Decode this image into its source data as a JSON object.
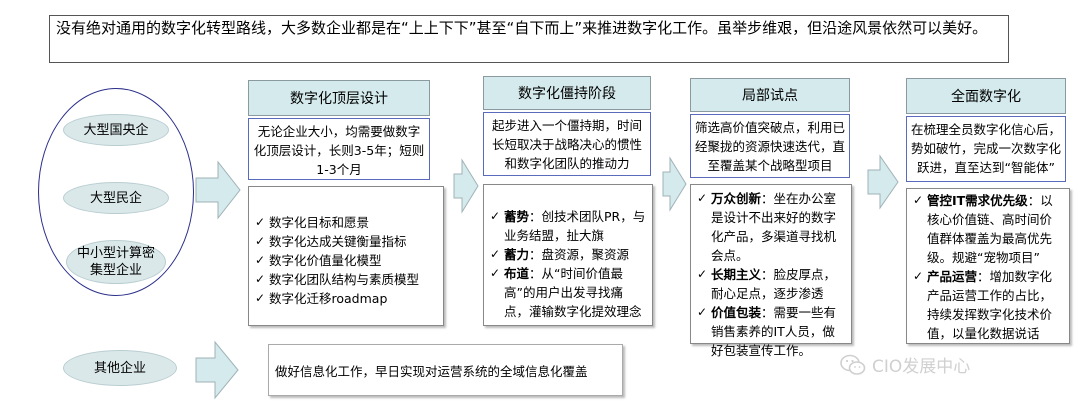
{
  "banner": {
    "text": "没有绝对通用的数字化转型路线，大多数企业都是在“上上下下”甚至“自下而上”来推进数字化工作。虽举步维艰，但沿途风景依然可以美好。"
  },
  "enterprises": [
    {
      "label": "大型国央企"
    },
    {
      "label": "大型民企"
    },
    {
      "label": "中小型计算密集型企业"
    },
    {
      "label": "其他企业"
    }
  ],
  "stages": [
    {
      "title": "数字化顶层设计",
      "desc": "无论企业大小，均需要做数字化顶层设计，长则3-5年；短则1-3个月",
      "items": [
        {
          "bold": "",
          "text": "数字化目标和愿景"
        },
        {
          "bold": "",
          "text": "数字化达成关键衡量指标"
        },
        {
          "bold": "",
          "text": "数字化价值量化模型"
        },
        {
          "bold": "",
          "text": "数字化团队结构与素质模型"
        },
        {
          "bold": "",
          "text": "数字化迁移roadmap"
        }
      ]
    },
    {
      "title": "数字化僵持阶段",
      "desc": "起步进入一个僵持期，时间长短取决于战略决心的惯性和数字化团队的推动力",
      "items": [
        {
          "bold": "蓄势",
          "text": "：创技术团队PR，与业务结盟，扯大旗"
        },
        {
          "bold": "蓄力",
          "text": "：盘资源，聚资源"
        },
        {
          "bold": "布道",
          "text": "：从“时间价值最高”的用户出发寻找痛点，灌输数字化提效理念"
        }
      ]
    },
    {
      "title": "局部试点",
      "desc": "筛选高价值突破点，利用已经聚拢的资源快速迭代，直至覆盖某个战略型项目",
      "items": [
        {
          "bold": "万众创新",
          "text": "：坐在办公室是设计不出来好的数字化产品，多渠道寻找机会点。"
        },
        {
          "bold": "长期主义",
          "text": "：脸皮厚点，耐心足点，逐步渗透"
        },
        {
          "bold": "价值包装",
          "text": "：需要一些有销售素养的IT人员，做好包装宣传工作。"
        }
      ]
    },
    {
      "title": "全面数字化",
      "desc": "在梳理全员数字化信心后，势如破竹，完成一次数字化跃进，直至达到“智能体”",
      "items": [
        {
          "bold": "管控IT需求优先级",
          "text": "：以核心价值链、高时间价值群体覆盖为最高优先级。规避“宠物项目”"
        },
        {
          "bold": "产品运营",
          "text": "：增加数字化产品运营工作的占比，持续发挥数字化技术价值，以量化数据说话"
        }
      ]
    }
  ],
  "other_path": {
    "text": "做好信息化工作，早日实现对运营系统的全域信息化覆盖"
  },
  "watermark": {
    "text": "CIO发展中心",
    "icon": "wechat-icon"
  }
}
